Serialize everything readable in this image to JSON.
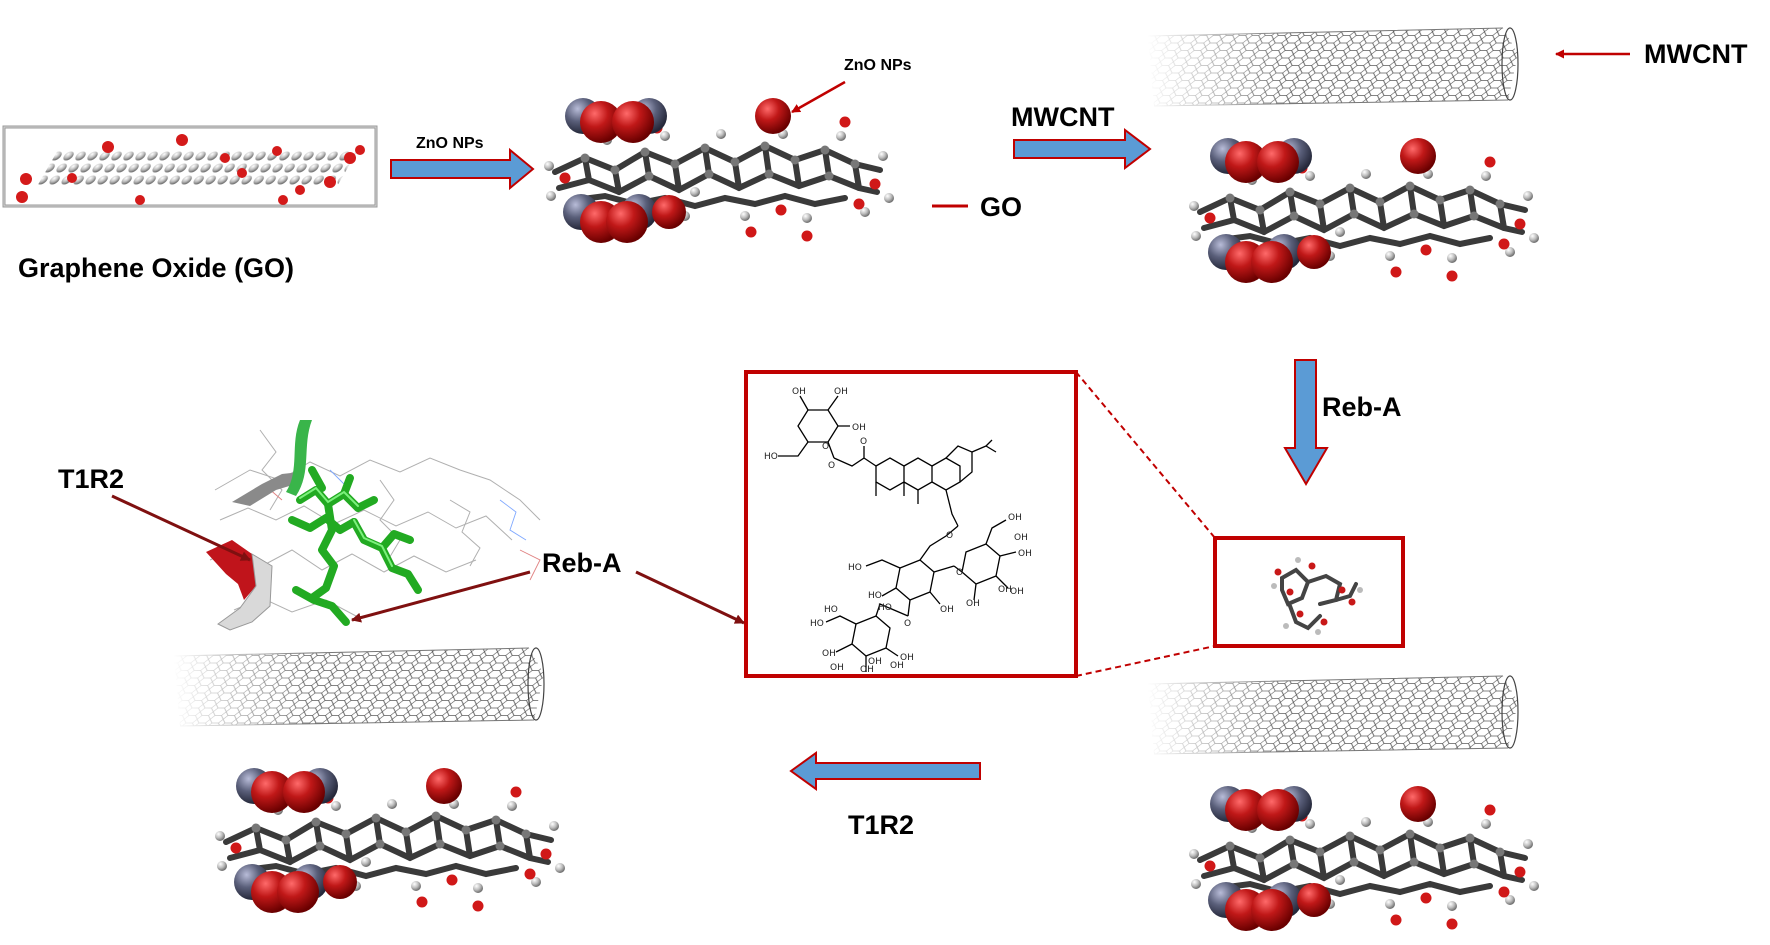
{
  "labels": {
    "graphene_oxide": "Graphene Oxide (GO)",
    "zno_arrow": "ZnO NPs",
    "zno_callout": "ZnO NPs",
    "go_callout": "GO",
    "mwcnt_arrow": "MWCNT",
    "mwcnt_callout": "MWCNT",
    "reba_arrow": "Reb-A",
    "t1r2_arrow": "T1R2",
    "t1r2_callout": "T1R2",
    "reba_callout": "Reb-A"
  },
  "structure_labels": [
    "OH",
    "OH",
    "OH",
    "HO",
    "O",
    "O",
    "O",
    "OH",
    "OH",
    "OH",
    "HO",
    "OH",
    "O",
    "OH",
    "O",
    "HO",
    "HO",
    "OH",
    "OH",
    "OH",
    "OH",
    "OH",
    "O",
    "HO",
    "HO",
    "OH",
    "OH",
    "OH"
  ],
  "colors": {
    "arrow_fill": "#5b9bd5",
    "arrow_edge": "#c00000",
    "box_red": "#c00000",
    "callout_dark_red": "#7f1010",
    "zno_red": "#b01818",
    "zn_grey": "#5a5f7a",
    "carbon": "#4a4a4a",
    "ligand_green": "#22aa22"
  }
}
